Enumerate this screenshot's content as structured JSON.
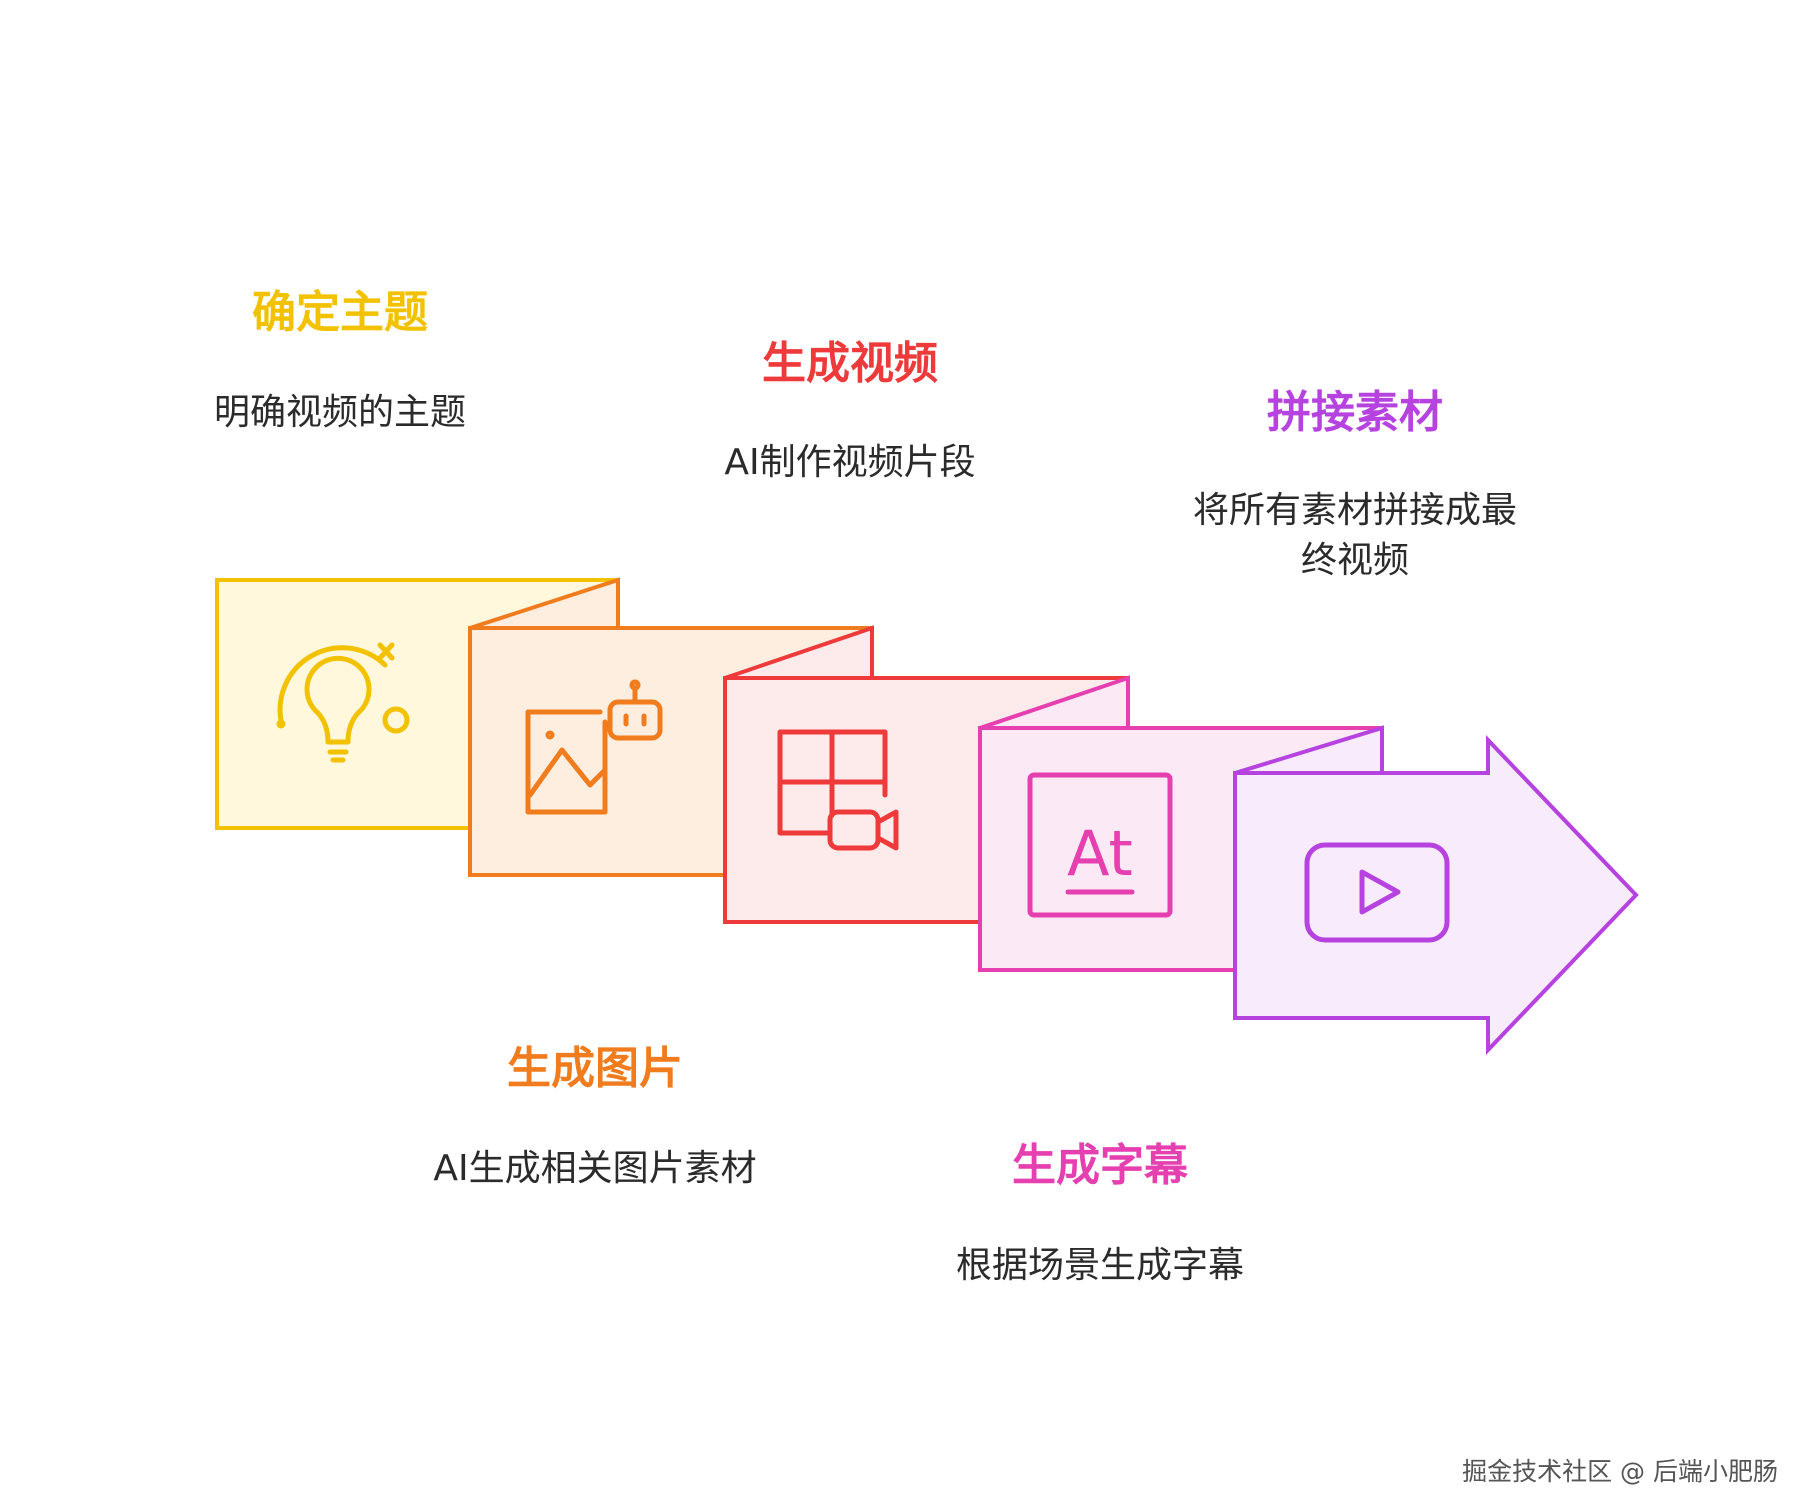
{
  "steps": [
    {
      "title": "确定主题",
      "desc": "明确视频的主题",
      "color": "#f2c200",
      "fill": "#fff8dc",
      "icon": "lightbulb-icon"
    },
    {
      "title": "生成图片",
      "desc": "AI生成相关图片素材",
      "color": "#f07c1e",
      "fill": "#fdeee0",
      "icon": "ai-image-icon"
    },
    {
      "title": "生成视频",
      "desc": "AI制作视频片段",
      "color": "#ee3a3a",
      "fill": "#fdeaea",
      "icon": "video-layout-icon"
    },
    {
      "title": "生成字幕",
      "desc": "根据场景生成字幕",
      "color": "#e63fb0",
      "fill": "#fbe9f5",
      "icon": "text-caption-icon"
    },
    {
      "title": "拼接素材",
      "desc": [
        "将所有素材拼接成最",
        "终视频"
      ],
      "color": "#b643e0",
      "fill": "#f8ecfc",
      "icon": "play-video-icon"
    }
  ],
  "watermark": "掘金技术社区 @ 后端小肥肠"
}
